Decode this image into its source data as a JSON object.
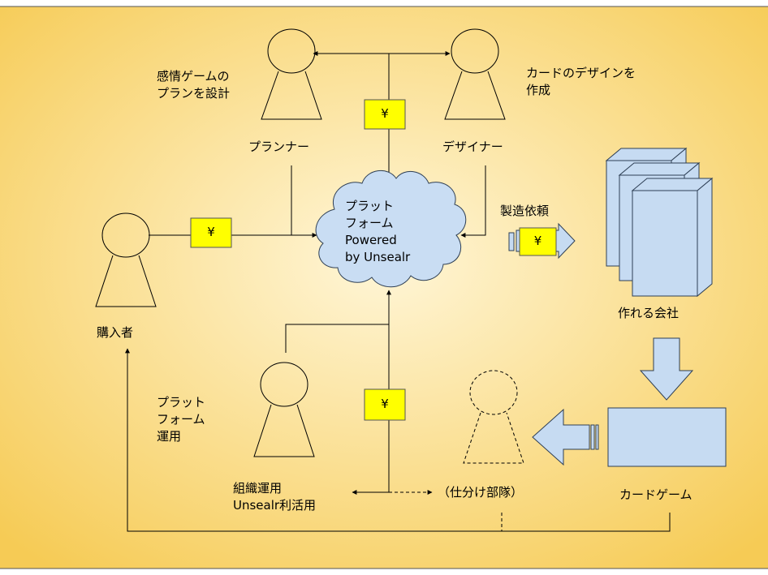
{
  "colors": {
    "background_center": "#FFF6D8",
    "background_edge": "#F6CB55",
    "yen_fill": "#FFFF00",
    "cloud_fill": "#C9DDF3",
    "box_fill": "#C6DBF2",
    "box_stroke": "#2E3F55"
  },
  "actors": {
    "planner": {
      "label": "プランナー",
      "desc": "感情ゲームの\nプランを設計"
    },
    "designer": {
      "label": "デザイナー",
      "desc": "カードのデザインを\n作成"
    },
    "buyer": {
      "label": "購入者"
    },
    "operator": {
      "label": "プラット\nフォーム\n運用"
    },
    "sorting_unit": {
      "label": "（仕分け部隊）"
    }
  },
  "platform": {
    "label": "プラット\nフォーム\nPowered\nby Unsealr"
  },
  "manufacturer": {
    "label": "作れる会社",
    "request_label": "製造依頼"
  },
  "product": {
    "label": "カードゲーム"
  },
  "org_usage": {
    "label": "組織運用\nUnsealr利活用"
  },
  "yen_symbol": "¥",
  "icons": {
    "cloud": "cloud-icon",
    "person": "person-icon",
    "server": "server-stack-icon",
    "arrow_down": "block-arrow-down-icon",
    "arrow_left": "block-arrow-left-icon",
    "arrow_right": "block-arrow-right-icon"
  }
}
